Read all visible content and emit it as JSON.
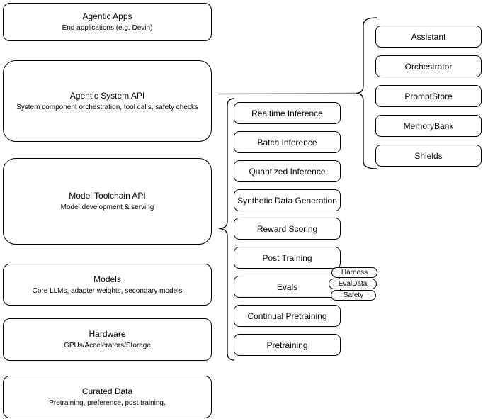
{
  "diagram": {
    "left_stack": [
      {
        "title": "Agentic Apps",
        "subtitle": "End applications (e.g. Devin)"
      },
      {
        "title": "Agentic System API",
        "subtitle": "System component orchestration, tool calls, safety checks"
      },
      {
        "title": "Model Toolchain API",
        "subtitle": "Model development & serving"
      },
      {
        "title": "Models",
        "subtitle": "Core LLMs, adapter weights, secondary models"
      },
      {
        "title": "Hardware",
        "subtitle": "GPUs/Accelerators/Storage"
      },
      {
        "title": "Curated Data",
        "subtitle": "Pretraining, preference, post training."
      }
    ],
    "toolchain_items": [
      "Realtime Inference",
      "Batch Inference",
      "Quantized Inference",
      "Synthetic Data Generation",
      "Reward Scoring",
      "Post Training",
      "Evals",
      "Continual Pretraining",
      "Pretraining"
    ],
    "eval_tags": [
      "Harness",
      "EvalData",
      "Safety"
    ],
    "system_components": [
      "Assistant",
      "Orchestrator",
      "PromptStore",
      "MemoryBank",
      "Shields"
    ],
    "colors": {
      "node_border": "#000000",
      "node_fill": "#ffffff",
      "connector_line": "#8c8c8c",
      "brace": "#000000",
      "background": "#ffffff"
    }
  }
}
